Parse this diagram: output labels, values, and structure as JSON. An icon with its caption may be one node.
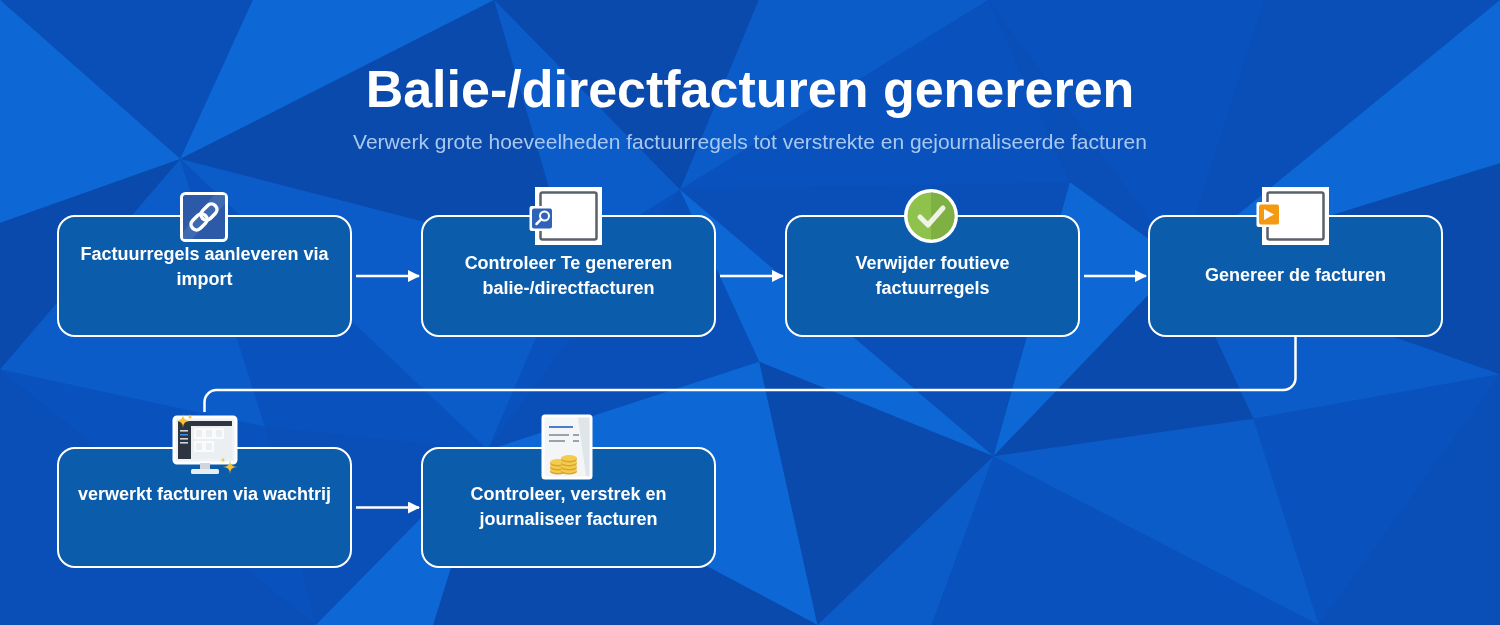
{
  "diagram": {
    "title": "Balie-/directfacturen genereren",
    "nodes": [
      {
        "text": [
          "Factuurregels aanleveren via import"
        ]
      },
      {
        "text": [
          "Controleer Te genereren balie-/directfacturen"
        ]
      },
      {
        "text": [
          "Verwijder foutieve factuurregels"
        ]
      },
      {
        "text": [
          "Genereer de facturen"
        ]
      },
      {
        "text": [
          "verwerkt facturen via wachtrij"
        ]
      },
      {
        "text": [
          "Controleer, verstrek en journaliseer facturen"
        ]
      }
    ],
    "edges": [
      {
        "from": 0,
        "to": 1,
        "arrow": "to"
      },
      {
        "from": 1,
        "to": 2,
        "arrow": "to"
      },
      {
        "from": 2,
        "to": 3,
        "arrow": "to"
      },
      {
        "from": 3,
        "to": 4,
        "arrow": "none"
      },
      {
        "from": 4,
        "to": 5,
        "arrow": "to"
      }
    ],
    "labels": [
      "Verwerk grote hoeveelheden factuurregels tot verstrekte en gejournaliseerde facturen"
    ]
  }
}
